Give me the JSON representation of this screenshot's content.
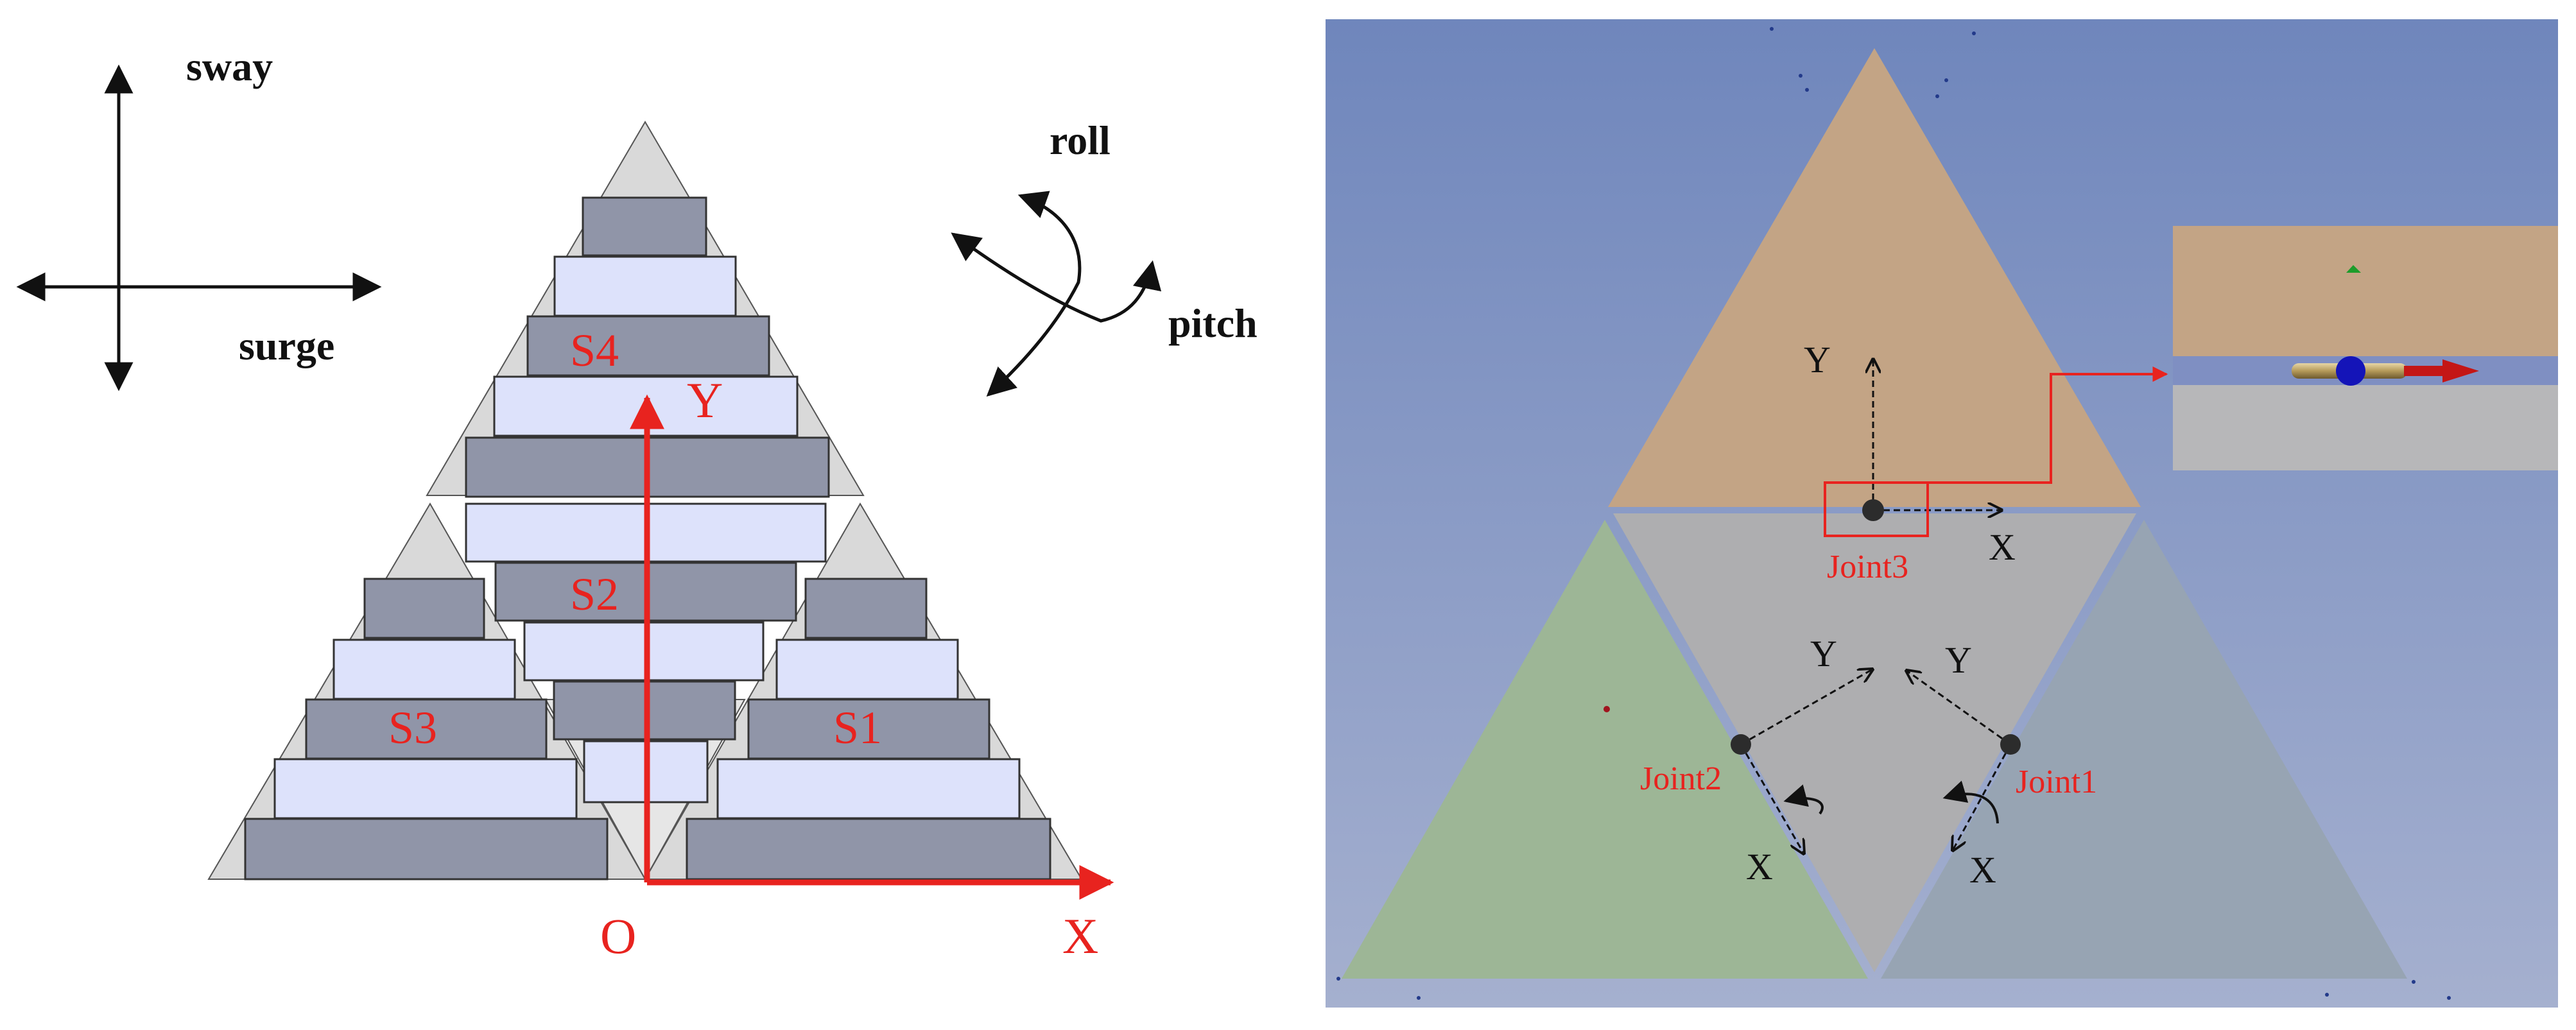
{
  "left_panel": {
    "motion_labels": {
      "sway": "sway",
      "surge": "surge",
      "roll": "roll",
      "pitch": "pitch"
    },
    "segment_labels": {
      "s1": "S1",
      "s2": "S2",
      "s3": "S3",
      "s4": "S4"
    },
    "axis_labels": {
      "origin": "O",
      "x": "X",
      "y": "Y"
    }
  },
  "right_panel": {
    "joint_labels": {
      "joint1": "Joint1",
      "joint2": "Joint2",
      "joint3": "Joint3"
    },
    "axis_labels": {
      "x": "X",
      "y": "Y"
    }
  },
  "colors": {
    "red": "#e8231f",
    "block_dark": "#9095a8",
    "block_light": "#dde2fb",
    "triangle_gray": "#d9d9d9",
    "module_top": "#c3a485",
    "module_left": "#9db696",
    "module_right": "#97a4b3",
    "module_center": "#aeaeb0",
    "background_top": "#6f86bc",
    "background_bottom": "#a5b0cf"
  }
}
